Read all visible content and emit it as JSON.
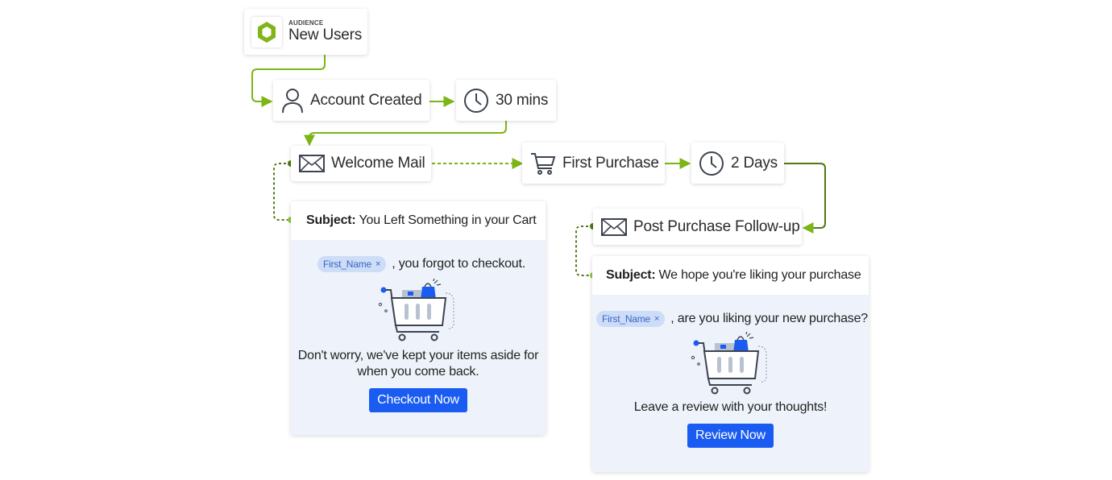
{
  "audience": {
    "caption": "AUDIENCE",
    "name": "New Users"
  },
  "nodes": {
    "account_created": "Account Created",
    "wait_30": "30 mins",
    "welcome_mail": "Welcome Mail",
    "first_purchase": "First Purchase",
    "wait_2days": "2 Days",
    "post_purchase": "Post Purchase Follow-up"
  },
  "email1": {
    "subject_label": "Subject:",
    "subject": "You Left Something in your Cart",
    "chip": "First_Name",
    "chip_close": "×",
    "greeting": ", you forgot to checkout.",
    "body_line1": "Don't worry, we've kept your items aside for",
    "body_line2": "when you come back.",
    "button": "Checkout Now"
  },
  "email2": {
    "subject_label": "Subject:",
    "subject": "We hope you're liking your purchase",
    "chip": "First_Name",
    "chip_close": "×",
    "greeting": ", are you liking your new purchase?",
    "body_line1": "Leave a review with your thoughts!",
    "button": "Review Now"
  },
  "colors": {
    "connector": "#7cb516",
    "connector_dark": "#4f7a13",
    "button": "#1a5cf2",
    "card_bg": "#eef3fb"
  },
  "icons": [
    "audience-hexagon-icon",
    "user-icon",
    "clock-icon",
    "mail-icon",
    "cart-icon"
  ]
}
